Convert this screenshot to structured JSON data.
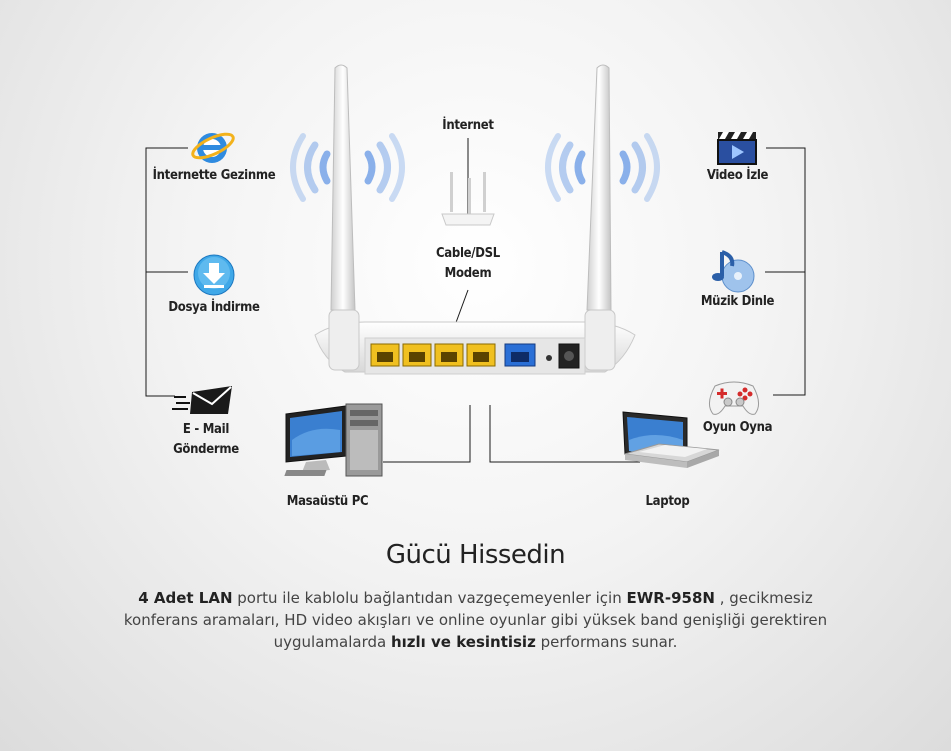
{
  "labels": {
    "internet": "İnternet",
    "modem": "Cable/DSL Modem",
    "browse": "İnternette Gezinme",
    "download": "Dosya İndirme",
    "email": "E - Mail Gönderme",
    "desktop": "Masaüstü PC",
    "laptop": "Laptop",
    "video": "Video İzle",
    "music": "Müzik Dinle",
    "game": "Oyun Oyna"
  },
  "heading": "Gücü Hissedin",
  "paragraph": {
    "b1": "4 Adet LAN",
    "t1": " portu ile kablolu bağlantıdan vazgeçemeyenler için ",
    "b2": "EWR-958N",
    "t2": " , gecikmesiz konferans aramaları, HD video akışları ve online oyunlar gibi yüksek band genişliği gerektiren uygulamalarda ",
    "b3": "hızlı ve kesintisiz",
    "t3": " performans sunar."
  },
  "icons": [
    "internet-explorer-icon",
    "download-icon",
    "envelope-icon",
    "desktop-pc-icon",
    "laptop-icon",
    "video-clapper-icon",
    "music-icon",
    "gamepad-icon",
    "wifi-waves-icon",
    "router-icon",
    "modem-icon"
  ],
  "colors": {
    "port_yellow": "#f0c020",
    "port_blue": "#2a6fd6",
    "wave_blue": "#5b8ee0"
  }
}
